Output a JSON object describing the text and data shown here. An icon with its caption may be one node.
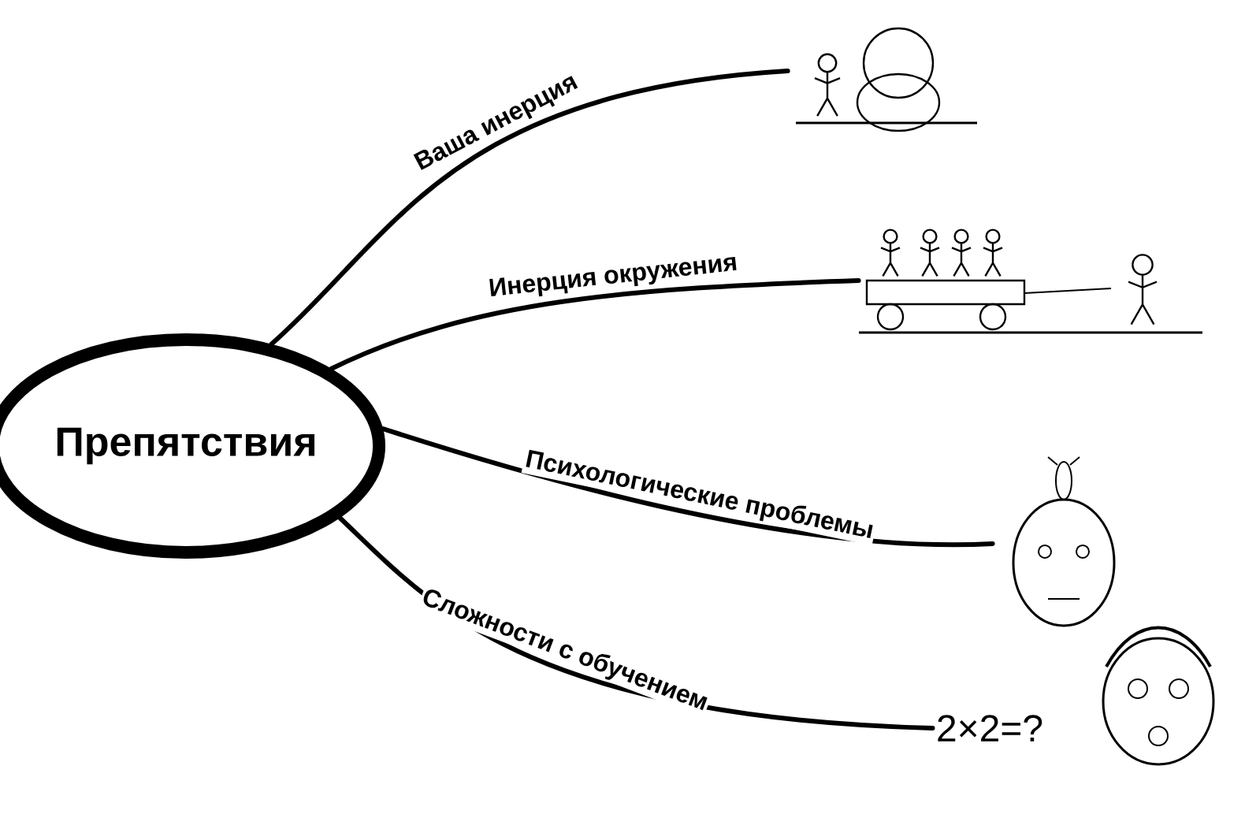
{
  "diagram": {
    "nodes": [
      {
        "text": [
          "Препятствия"
        ]
      },
      {
        "text": [],
        "shape": "picture"
      },
      {
        "text": [],
        "shape": "picture"
      },
      {
        "text": [],
        "shape": "picture"
      },
      {
        "text": [
          "2×2=?"
        ]
      }
    ],
    "edges": [
      {
        "from": 0,
        "to": 1,
        "arrow": "none",
        "label": "Ваша инерция"
      },
      {
        "from": 0,
        "to": 2,
        "arrow": "none",
        "label": "Инерция окружения"
      },
      {
        "from": 0,
        "to": 3,
        "arrow": "none",
        "label": "Психологические проблемы"
      },
      {
        "from": 0,
        "to": 4,
        "arrow": "none",
        "label": "Сложности с обучением"
      }
    ]
  }
}
